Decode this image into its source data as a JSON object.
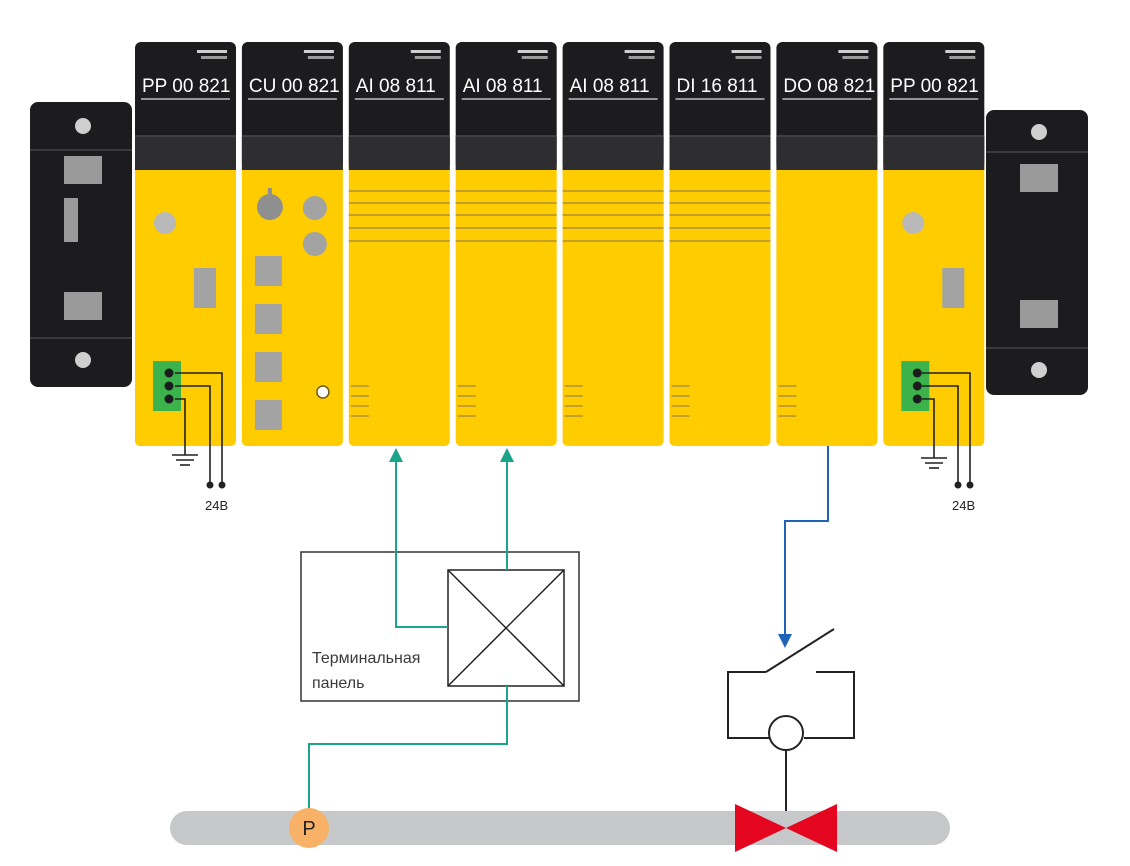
{
  "colors": {
    "module_yellow": "#ffcc00",
    "module_black": "#1c1c1e",
    "module_grey": "#2e2e30",
    "connector_green": "#3bb24a",
    "signal_teal": "#1aa58a",
    "signal_blue": "#1f63b8",
    "valve_red": "#e3061e",
    "pipe_grey": "#c7c8ca",
    "sensor_orange": "#f7b267"
  },
  "modules": [
    {
      "label": "PP 00 821",
      "type": "power"
    },
    {
      "label": "CU 00 821",
      "type": "cpu"
    },
    {
      "label": "AI 08 811",
      "type": "io"
    },
    {
      "label": "AI 08 811",
      "type": "io"
    },
    {
      "label": "AI 08 811",
      "type": "io"
    },
    {
      "label": "DI 16 811",
      "type": "io"
    },
    {
      "label": "DO 08 821",
      "type": "io"
    },
    {
      "label": "PP 00 821",
      "type": "power"
    }
  ],
  "power_left": {
    "voltage": "24В"
  },
  "power_right": {
    "voltage": "24В"
  },
  "terminal_panel": {
    "line1": "Терминальная",
    "line2": "панель"
  },
  "sensor": {
    "letter": "P"
  },
  "icons": {
    "end_clamp": "end-clamp-icon",
    "ground": "ground-icon",
    "arrow": "arrow-up-icon",
    "terminal": "terminal-box-icon",
    "switch": "switch-icon",
    "valve": "valve-icon",
    "pressure_sensor": "pressure-sensor-icon"
  }
}
